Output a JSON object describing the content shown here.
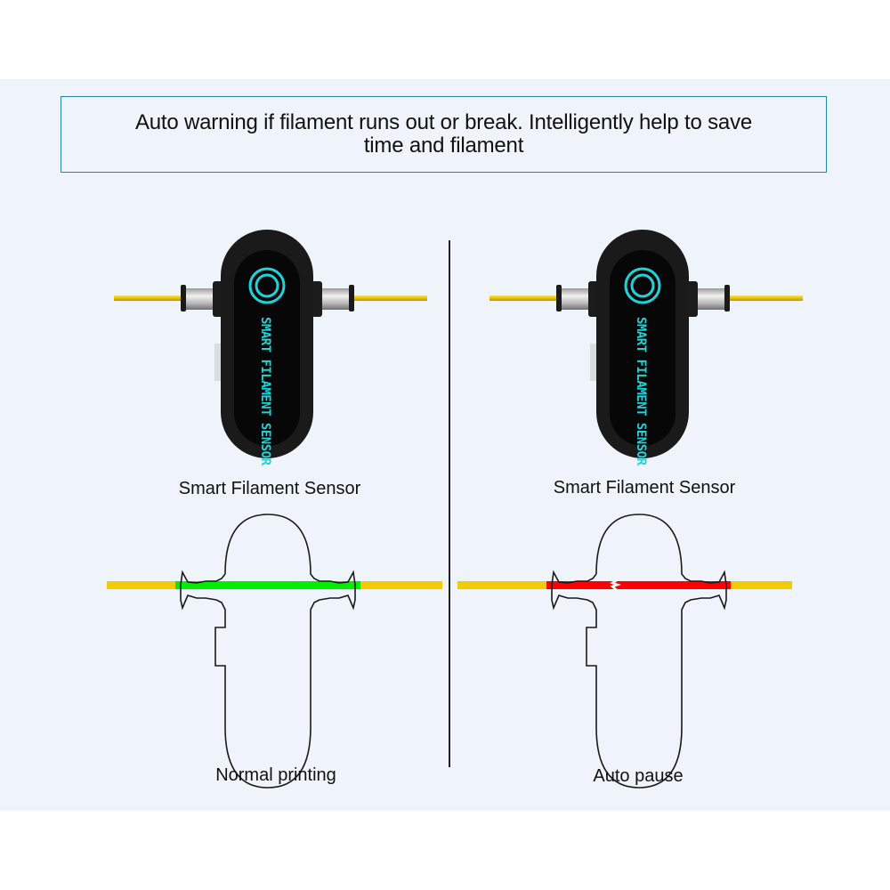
{
  "header": {
    "text": "Auto warning if filament runs out or break. Intelligently help to save time and filament"
  },
  "left_panel": {
    "device_label": "Smart Filament Sensor",
    "device_print": "SMART FILAMENT SENSOR",
    "diagram_caption": "Normal printing",
    "state": "normal",
    "filament_inside_color": "#00ee00"
  },
  "right_panel": {
    "device_label": "Smart Filament Sensor",
    "device_print": "SMART FILAMENT SENSOR",
    "diagram_caption": "Auto pause",
    "state": "broken",
    "filament_inside_color": "#ff0000"
  },
  "colors": {
    "panel_background": "#eef4f9",
    "title_border": "#2a86a8",
    "filament_yellow": "#f2cc00",
    "device_cyan": "#1fd3d8",
    "device_body": "#111111"
  }
}
